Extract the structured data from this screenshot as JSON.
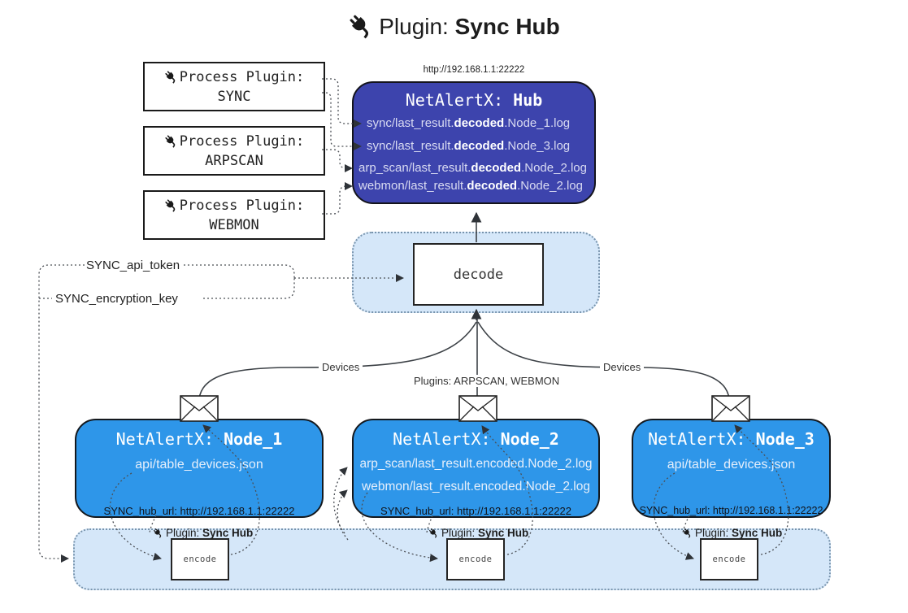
{
  "page_title": {
    "prefix": "Plugin: ",
    "bold": "Sync Hub"
  },
  "hub": {
    "url_label": "http://192.168.1.1:22222",
    "name_prefix": "NetAlertX: ",
    "name_bold": "Hub",
    "log_lines": [
      {
        "pre": "sync/last_result.",
        "bold": "decoded",
        "post": ".Node_1.log"
      },
      {
        "pre": "sync/last_result.",
        "bold": "decoded",
        "post": ".Node_3.log"
      },
      {
        "pre": "arp_scan/last_result.",
        "bold": "decoded",
        "post": ".Node_2.log"
      },
      {
        "pre": "webmon/last_result.",
        "bold": "decoded",
        "post": ".Node_2.log"
      }
    ]
  },
  "process_plugins": [
    {
      "label": "Process Plugin:",
      "name": "SYNC"
    },
    {
      "label": "Process Plugin:",
      "name": "ARPSCAN"
    },
    {
      "label": "Process Plugin:",
      "name": "WEBMON"
    }
  ],
  "decode_box": {
    "label": "decode"
  },
  "encode_box": {
    "label": "encode"
  },
  "config": {
    "api_token": "SYNC_api_token",
    "encryption_key": "SYNC_encryption_key"
  },
  "edge_labels": {
    "devices_left": "Devices",
    "plugins_center": "Plugins: ARPSCAN, WEBMON",
    "devices_right": "Devices"
  },
  "sync_plugin_label": {
    "prefix": "Plugin: ",
    "bold": "Sync Hub"
  },
  "nodes": [
    {
      "name_prefix": "NetAlertX: ",
      "name_bold": "Node_1",
      "lines": [
        "api/table_devices.json"
      ],
      "hub_url": "SYNC_hub_url: http://192.168.1.1:22222"
    },
    {
      "name_prefix": "NetAlertX: ",
      "name_bold": "Node_2",
      "lines": [
        "arp_scan/last_result.encoded.Node_2.log",
        "webmon/last_result.encoded.Node_2.log"
      ],
      "hub_url": "SYNC_hub_url: http://192.168.1.1:22222"
    },
    {
      "name_prefix": "NetAlertX: ",
      "name_bold": "Node_3",
      "lines": [
        "api/table_devices.json"
      ],
      "hub_url": "SYNC_hub_url: http://192.168.1.1:22222"
    }
  ],
  "colors": {
    "hub_fill": "#3d44ad",
    "node_fill": "#2e96e9",
    "band_fill": "#d5e7f9",
    "band_border": "#7894ad"
  }
}
